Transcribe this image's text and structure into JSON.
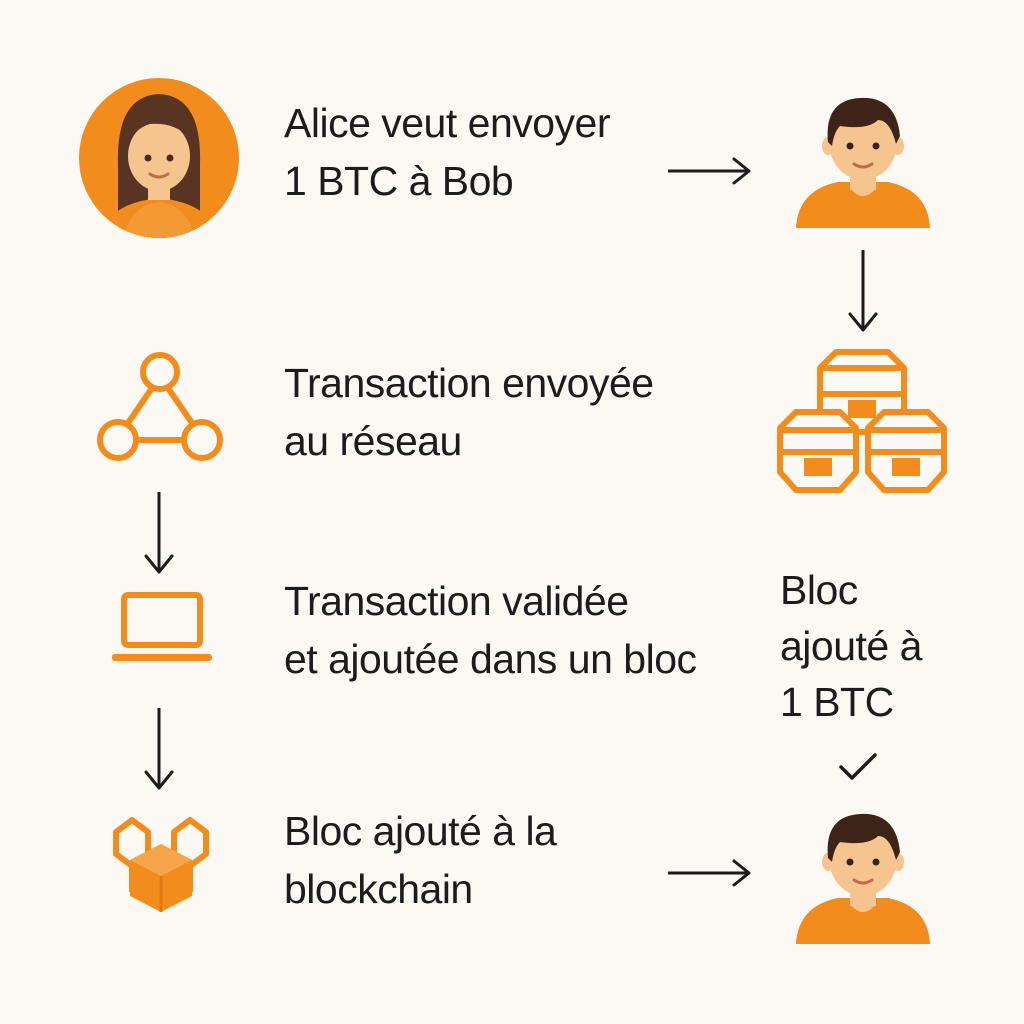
{
  "colors": {
    "accent": "#f28c1c",
    "accent_dark": "#e07a10",
    "hair": "#5a3423",
    "skin": "#f6c48e",
    "ink": "#1c1c1c",
    "background": "#fcf9f5"
  },
  "steps": [
    {
      "icon": "alice-avatar-icon",
      "lines": [
        "Alice veut envoyer",
        "1 BTC à Bob"
      ]
    },
    {
      "icon": "network-nodes-icon",
      "lines": [
        "Transaction envoyée",
        "au réseau"
      ]
    },
    {
      "icon": "laptop-icon",
      "lines": [
        "Transaction validée",
        "et ajoutée dans un bloc"
      ]
    },
    {
      "icon": "block-chain-icon",
      "lines": [
        "Bloc ajouté à la",
        "blockchain"
      ]
    }
  ],
  "side": {
    "icons": [
      "bob-avatar-icon",
      "blocks-stack-icon",
      "checkmark-icon",
      "bob-avatar-icon"
    ],
    "lines": [
      "Bloc",
      "ajouté à",
      "1 BTC"
    ]
  }
}
